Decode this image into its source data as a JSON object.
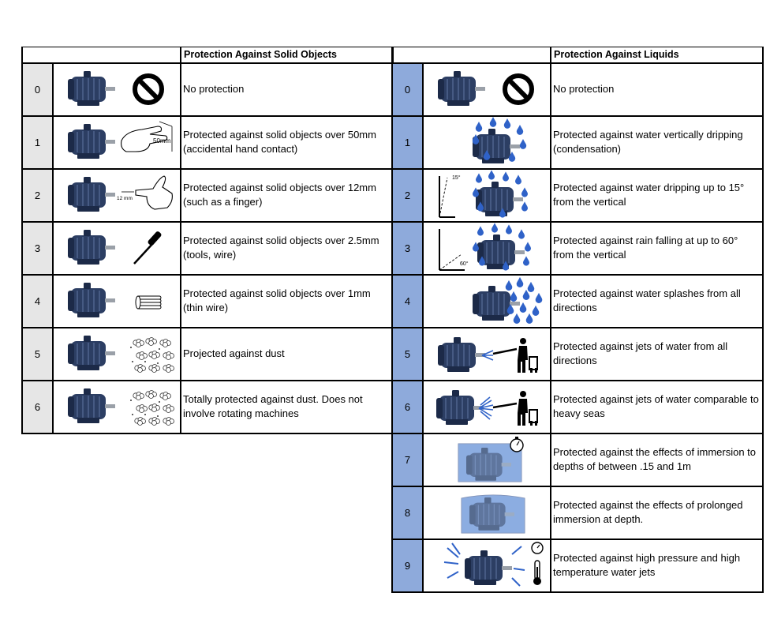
{
  "solids": {
    "title": "Protection Against Solid Objects",
    "rows": [
      {
        "code": "0",
        "icon": "no-entry-icon",
        "desc": "No protection"
      },
      {
        "code": "1",
        "icon": "hand-icon",
        "label": "50mm",
        "desc": "Protected against solid objects over 50mm (accidental hand contact)"
      },
      {
        "code": "2",
        "icon": "finger-icon",
        "label": "12 mm",
        "desc": "Protected against solid objects over 12mm (such as a finger)"
      },
      {
        "code": "3",
        "icon": "screwdriver-icon",
        "desc": "Protected against solid objects over 2.5mm (tools, wire)"
      },
      {
        "code": "4",
        "icon": "wire-bundle-icon",
        "desc": "Protected against solid objects over 1mm (thin wire)"
      },
      {
        "code": "5",
        "icon": "dust-icon",
        "desc": "Projected against dust"
      },
      {
        "code": "6",
        "icon": "dust-icon",
        "desc": "Totally protected against dust. Does not involve rotating machines"
      }
    ]
  },
  "liquids": {
    "title": "Protection Against Liquids",
    "rows": [
      {
        "code": "0",
        "icon": "no-entry-icon",
        "desc": "No protection"
      },
      {
        "code": "1",
        "icon": "water-drops-icon",
        "desc": "Protected against water vertically dripping (condensation)"
      },
      {
        "code": "2",
        "icon": "angle-15-drops-icon",
        "label": "15°",
        "desc": "Protected against water dripping up to 15° from the vertical"
      },
      {
        "code": "3",
        "icon": "angle-60-rain-icon",
        "label": "60°",
        "desc": "Protected against rain falling at up to 60° from the vertical"
      },
      {
        "code": "4",
        "icon": "splash-icon",
        "desc": "Protected against water splashes from all directions"
      },
      {
        "code": "5",
        "icon": "water-jet-icon",
        "desc": "Protected against jets of water from all directions"
      },
      {
        "code": "6",
        "icon": "powerful-jet-icon",
        "desc": "Protected against jets of water comparable to heavy seas"
      },
      {
        "code": "7",
        "icon": "immersion-timer-icon",
        "desc": "Protected against the effects of immersion to depths of between .15 and 1m"
      },
      {
        "code": "8",
        "icon": "immersion-icon",
        "desc": "Protected against the effects of prolonged immersion at depth."
      },
      {
        "code": "9",
        "icon": "high-pressure-temp-icon",
        "desc": "Protected against high pressure and high temperature water jets"
      }
    ]
  },
  "colors": {
    "motor": "#2c3e63",
    "water": "#2f62c8",
    "code_solid_bg": "#e6e6e6",
    "code_liquid_bg": "#8eaadb"
  }
}
